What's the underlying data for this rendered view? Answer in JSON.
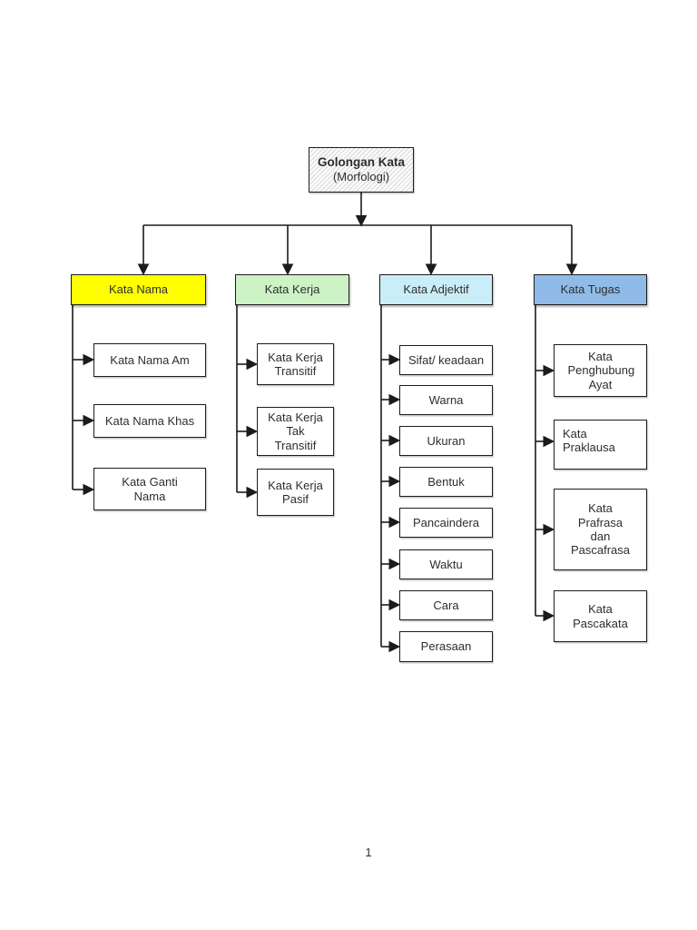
{
  "page": {
    "number": "1",
    "background_color": "#ffffff"
  },
  "root": {
    "title": "Golongan Kata",
    "subtitle": "(Morfologi)"
  },
  "columns": [
    {
      "label": "Kata Nama",
      "color": "#ffff00",
      "children": [
        "Kata Nama Am",
        "Kata Nama Khas",
        "Kata Ganti Nama"
      ]
    },
    {
      "label": "Kata Kerja",
      "color": "#ccf2c6",
      "children": [
        "Kata Kerja Transitif",
        "Kata Kerja Tak Transitif",
        "Kata Kerja Pasif"
      ]
    },
    {
      "label": "Kata Adjektif",
      "color": "#caeef8",
      "children": [
        "Sifat/ keadaan",
        "Warna",
        "Ukuran",
        "Bentuk",
        "Pancaindera",
        "Waktu",
        "Cara",
        "Perasaan"
      ]
    },
    {
      "label": "Kata Tugas",
      "color": "#90bbe8",
      "children": [
        "Kata Penghubung Ayat",
        "Kata Praklausa",
        "Kata Prafrasa dan Pascafrasa",
        "Kata Pascakata"
      ]
    }
  ],
  "line_color": "#1b1b1b"
}
